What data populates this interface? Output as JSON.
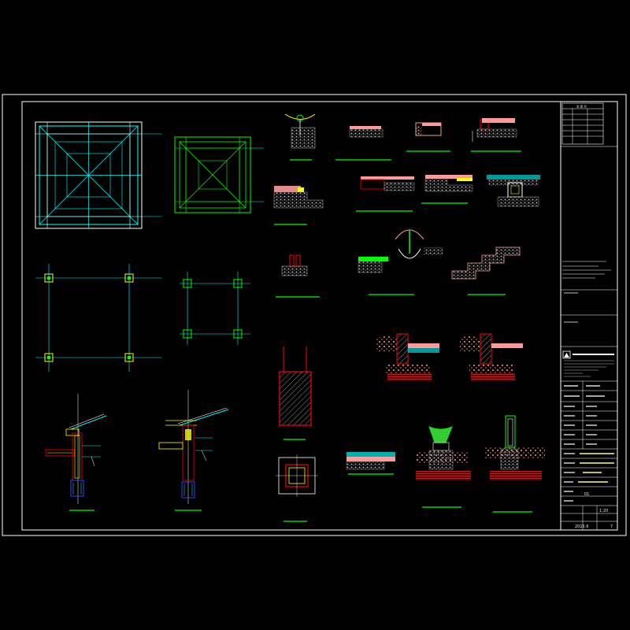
{
  "colors": {
    "background": "#000000",
    "frame": "#ffffff",
    "cyan": "#00ffff",
    "green": "#00ff00",
    "red": "#ff0000",
    "yellow": "#ffff00",
    "magenta": "#ff00ff",
    "pink": "#ff9a9a",
    "blue": "#3c3cff",
    "gray": "#9a9a9a"
  },
  "title_block": {
    "revision_header": "会 签 栏",
    "drawing_no": "01",
    "date": "2015.6",
    "scale": "1:20",
    "sheet": "7"
  },
  "icons": [
    "company-logo-icon"
  ]
}
